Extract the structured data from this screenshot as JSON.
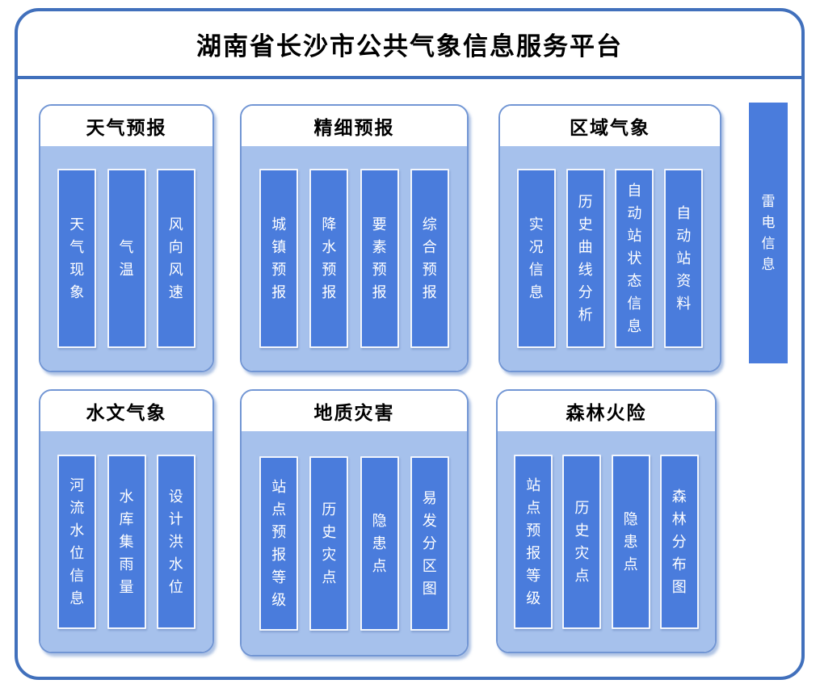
{
  "title": "湖南省长沙市公共气象信息服务平台",
  "colors": {
    "frame_border": "#4170BC",
    "group_border": "#7296D4",
    "group_body": "#A6C1EC",
    "bar_fill": "#4A7CDC",
    "bar_text": "#FFFFFF",
    "header_text": "#000000"
  },
  "groups": [
    {
      "name": "weather-forecast",
      "title": "天气预报",
      "items": [
        "天气现象",
        "气温",
        "风向风速"
      ]
    },
    {
      "name": "fine-forecast",
      "title": "精细预报",
      "items": [
        "城镇预报",
        "降水预报",
        "要素预报",
        "综合预报"
      ]
    },
    {
      "name": "regional-meteorology",
      "title": "区域气象",
      "items": [
        "实况信息",
        "历史曲线分析",
        "自动站状态信息",
        "自动站资料"
      ]
    },
    {
      "name": "hydrological-weather",
      "title": "水文气象",
      "items": [
        "河流水位信息",
        "水库集雨量",
        "设计洪水位"
      ]
    },
    {
      "name": "geological-disaster",
      "title": "地质灾害",
      "items": [
        "站点预报等级",
        "历史灾点",
        "隐患点",
        "易发分区图"
      ]
    },
    {
      "name": "forest-fire-risk",
      "title": "森林火险",
      "items": [
        "站点预报等级",
        "历史灾点",
        "隐患点",
        "森林分布图"
      ]
    }
  ],
  "lightning_bar": {
    "label": "雷电信息"
  }
}
